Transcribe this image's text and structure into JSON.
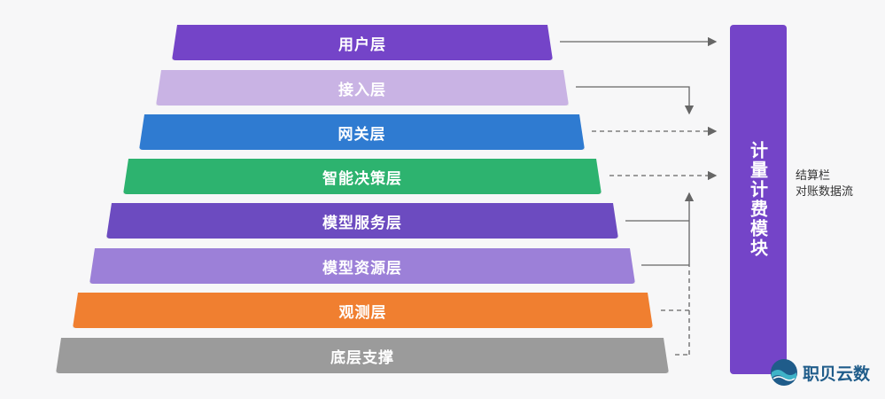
{
  "layers": [
    {
      "label": "用户层",
      "color": "#7444c8"
    },
    {
      "label": "接入层",
      "color": "#c9b3e4"
    },
    {
      "label": "网关层",
      "color": "#2f7bd1"
    },
    {
      "label": "智能决策层",
      "color": "#2db36f"
    },
    {
      "label": "模型服务层",
      "color": "#6c4bc0"
    },
    {
      "label": "模型资源层",
      "color": "#9c80d8"
    },
    {
      "label": "观测层",
      "color": "#f07f30"
    },
    {
      "label": "底层支撑",
      "color": "#9b9b9b"
    }
  ],
  "module": {
    "label": "计量计费模块",
    "color": "#7444c8"
  },
  "flow_label": {
    "line1": "结算栏",
    "line2": "对账数据流"
  },
  "brand": {
    "name": "职贝云数",
    "color": "#1f5c8a"
  }
}
